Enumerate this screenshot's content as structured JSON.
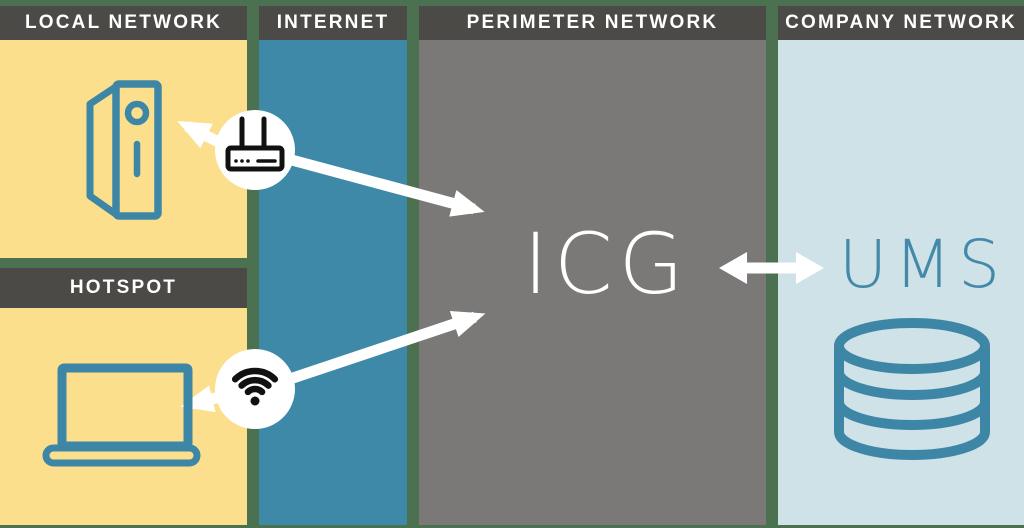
{
  "columns": [
    {
      "id": "local-network",
      "header": "LOCAL NETWORK"
    },
    {
      "id": "internet",
      "header": "INTERNET"
    },
    {
      "id": "perimeter-network",
      "header": "PERIMETER NETWORK"
    },
    {
      "id": "company-network",
      "header": "COMPANY NETWORK"
    }
  ],
  "subpanels": {
    "hotspot_header": "HOTSPOT"
  },
  "labels": {
    "perimeter_system": "ICG",
    "company_system": "UMS"
  },
  "icons": [
    {
      "name": "server-icon",
      "zone": "local-network"
    },
    {
      "name": "router-icon",
      "zone": "local-network / internet boundary"
    },
    {
      "name": "wifi-icon",
      "zone": "hotspot / internet boundary"
    },
    {
      "name": "laptop-icon",
      "zone": "hotspot"
    },
    {
      "name": "database-icon",
      "zone": "company-network"
    }
  ],
  "connections": [
    {
      "from": "router",
      "to": "local-server",
      "style": "arrow"
    },
    {
      "from": "router",
      "to": "icg",
      "style": "arrow"
    },
    {
      "from": "wifi-hotspot",
      "to": "icg",
      "style": "arrow"
    },
    {
      "from": "wifi-hotspot",
      "to": "hotspot-laptop",
      "style": "arrow"
    },
    {
      "from": "icg",
      "to": "ums",
      "style": "double-arrow"
    }
  ],
  "colors": {
    "background_green": "#4C7150",
    "header_bar": "#4B4A47",
    "local_yellow": "#FCDF8C",
    "internet_blue": "#3E89A8",
    "perimeter_gray": "#7B7978",
    "company_lightblue": "#CEE2E8",
    "icon_teal": "#3E86A5",
    "ums_text": "#4489A9",
    "arrow_white": "#FFFFFF",
    "device_black": "#111111"
  }
}
